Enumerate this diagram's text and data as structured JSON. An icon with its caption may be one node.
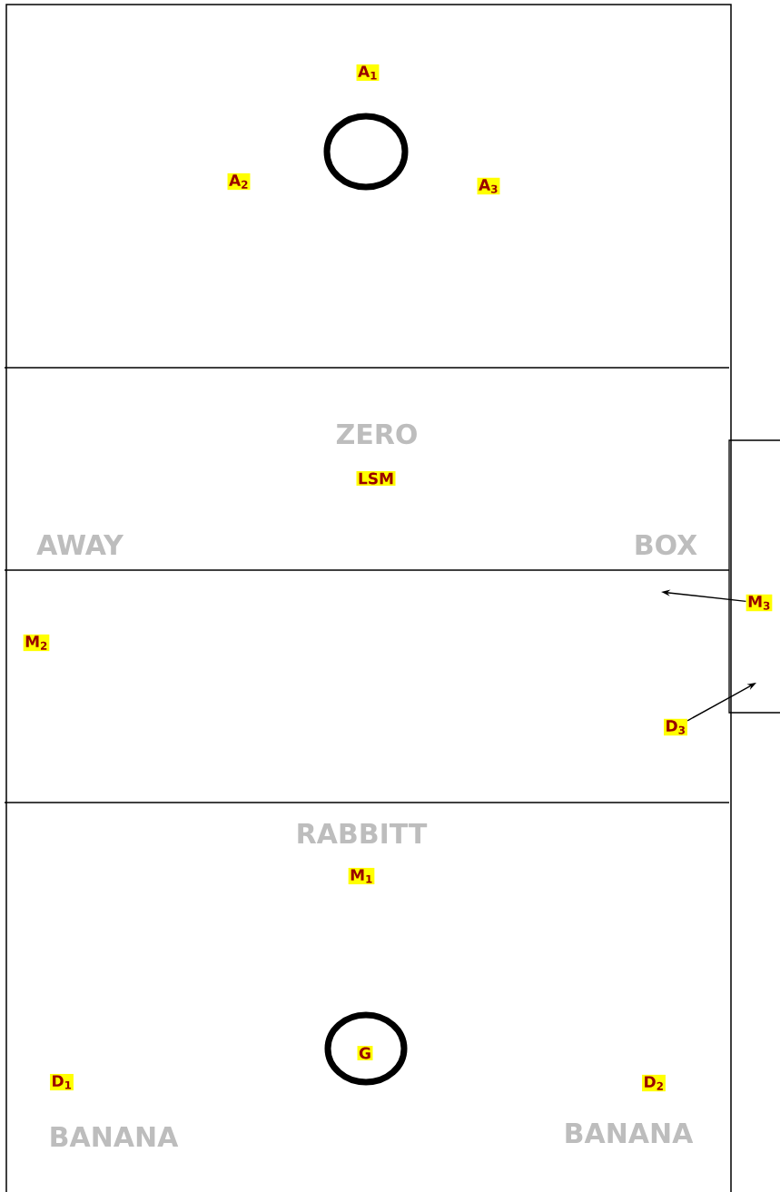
{
  "diagram": {
    "nodes": [
      {
        "text": [
          "A$_{1}$"
        ]
      },
      {
        "text": [],
        "shape": "circle"
      },
      {
        "text": [
          "A$_{2}$"
        ]
      },
      {
        "text": [
          "A$_{3}$"
        ]
      },
      {
        "text": [
          "LSM"
        ]
      },
      {
        "text": [],
        "shape": "box"
      },
      {
        "text": [
          "M$_{3}$"
        ],
        "in": 5
      },
      {
        "text": [
          "M$_{2}$"
        ]
      },
      {
        "text": [
          "D$_{3}$"
        ]
      },
      {
        "text": [
          "M$_{1}$"
        ]
      },
      {
        "text": [],
        "shape": "circle"
      },
      {
        "text": [
          "G"
        ],
        "in": 10
      },
      {
        "text": [
          "D$_{1}$"
        ]
      },
      {
        "text": [
          "D$_{2}$"
        ]
      }
    ],
    "edges": [
      {
        "from": 6,
        "to": null,
        "arrow": "to"
      },
      {
        "from": 8,
        "to": 5,
        "arrow": "to"
      }
    ],
    "labels": [
      "ZERO",
      "AWAY",
      "BOX",
      "RABBITT",
      "BANANA",
      "BANANA"
    ]
  }
}
